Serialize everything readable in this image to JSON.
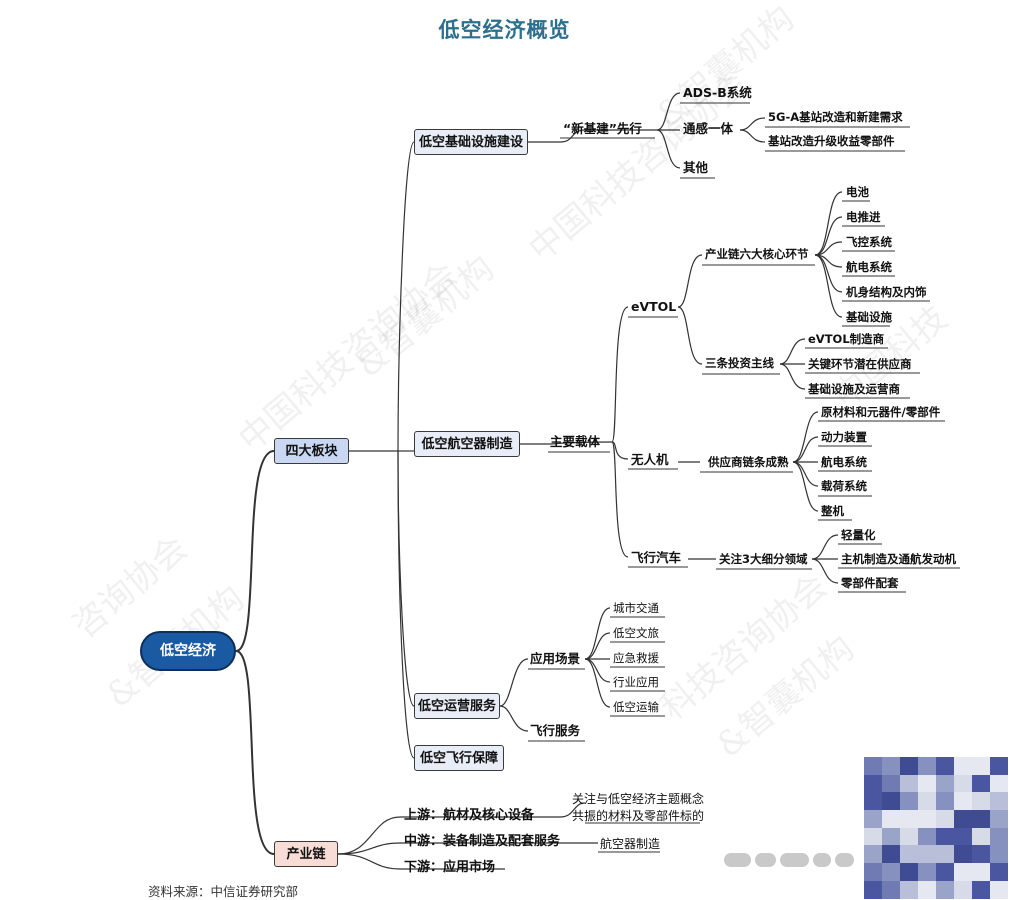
{
  "title": "低空经济概览",
  "root": "低空经济",
  "branches": {
    "sidaban": "四大板块",
    "chanyelian": "产业链"
  },
  "sectors": {
    "infra": "低空基础设施建设",
    "craft": "低空航空器制造",
    "ops": "低空运营服务",
    "support": "低空飞行保障"
  },
  "infra": {
    "xinjijian": "“新基建”先行",
    "adsb": "ADS-B系统",
    "tonggan": "通感一体",
    "tonggan_items": [
      "5G-A基站改造和新建需求",
      "基站改造升级收益零部件"
    ],
    "other": "其他"
  },
  "craft": {
    "main_carrier": "主要载体",
    "evtol": "eVTOL",
    "chain6": "产业链六大核心环节",
    "chain6_items": [
      "电池",
      "电推进",
      "飞控系统",
      "航电系统",
      "机身结构及内饰",
      "基础设施"
    ],
    "invest3": "三条投资主线",
    "invest3_items": [
      "eVTOL制造商",
      "关键环节潜在供应商",
      "基础设施及运营商"
    ],
    "drone": "无人机",
    "supply": "供应商链条成熟",
    "supply_items": [
      "原材料和元器件/零部件",
      "动力装置",
      "航电系统",
      "载荷系统",
      "整机"
    ],
    "car": "飞行汽车",
    "focus": "关注3大细分领域",
    "focus_items": [
      "轻量化",
      "主机制造及通航发动机",
      "零部件配套"
    ]
  },
  "ops": {
    "scenes": "应用场景",
    "scene_items": [
      "城市交通",
      "低空文旅",
      "应急救援",
      "行业应用",
      "低空运输"
    ],
    "flight_service": "飞行服务"
  },
  "chain": {
    "up": "上游：航材及核心设备",
    "mid": "中游：装备制造及配套服务",
    "down": "下游：应用市场",
    "up_note_1": "关注与低空经济主题概念",
    "up_note_2": "共振的材料及零部件标的",
    "mid_note": "航空器制造"
  },
  "source": "资料来源：中信证券研究部",
  "colors": {
    "title": "#2d6f8e",
    "root_fill": "#1a5aa3",
    "branch_blue": "#cad7f2",
    "branch_red": "#f8dcd6",
    "sector_fill": "#e9edf7",
    "line": "#333333"
  }
}
